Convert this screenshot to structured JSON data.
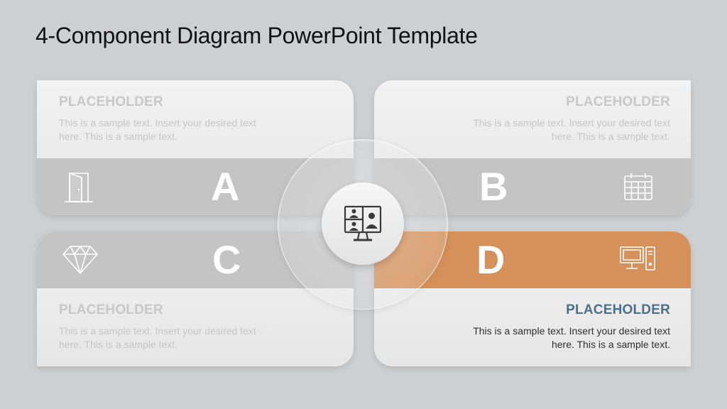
{
  "title": "4-Component Diagram PowerPoint Template",
  "colors": {
    "background": "#cdd0d3",
    "band_gray": "#c4c4c4",
    "band_accent": "#d6915a",
    "heading_accent": "#4b7088"
  },
  "components": {
    "a": {
      "letter": "A",
      "heading": "PLACEHOLDER",
      "text": "This is a sample text. Insert your desired text here. This is a sample text.",
      "icon": "door-icon"
    },
    "b": {
      "letter": "B",
      "heading": "PLACEHOLDER",
      "text": "This is a sample text. Insert your desired text here. This is a sample text.",
      "icon": "calendar-icon"
    },
    "c": {
      "letter": "C",
      "heading": "PLACEHOLDER",
      "text": "This is a sample text. Insert your desired text here. This is a sample text.",
      "icon": "diamond-icon"
    },
    "d": {
      "letter": "D",
      "heading": "PLACEHOLDER",
      "text": "This is a sample text. Insert your desired text here. This is a sample text.",
      "icon": "desktop-computer-icon",
      "highlighted": true
    }
  },
  "center": {
    "icon": "video-conference-icon"
  }
}
